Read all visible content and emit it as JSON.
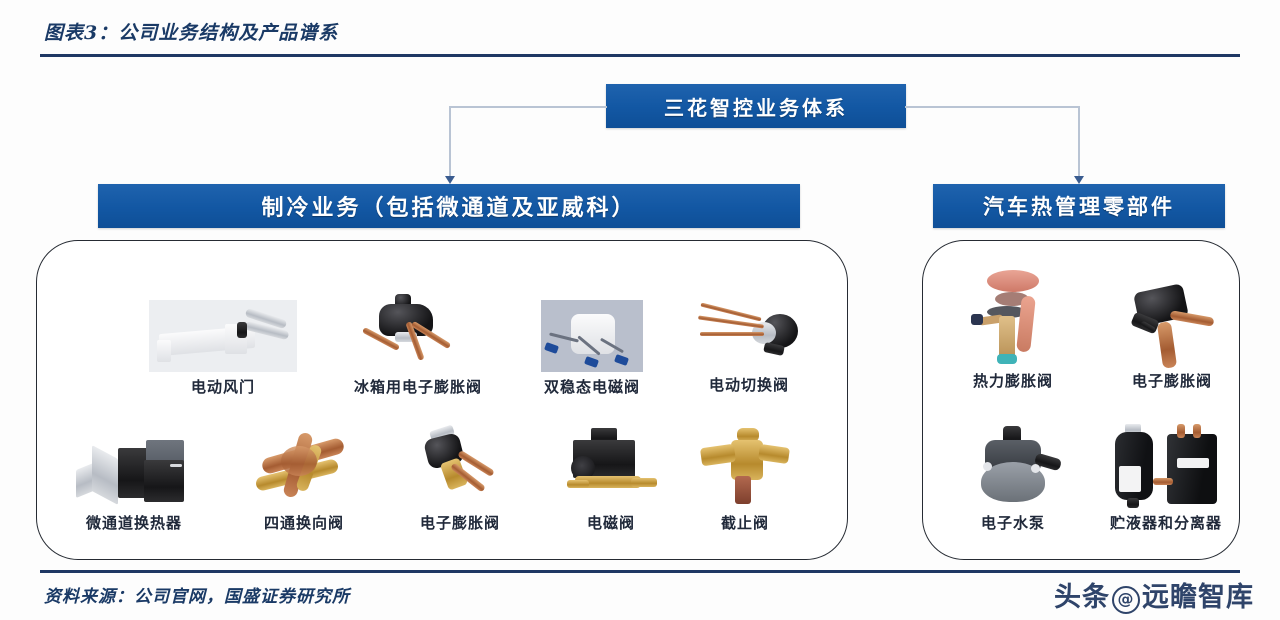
{
  "figure": {
    "title": "图表3：公司业务结构及产品谱系",
    "source": "资料来源：公司官网，国盛证券研究所",
    "watermark_left": "头条",
    "watermark_at": "@",
    "watermark_right": "远瞻智库",
    "accent_color": "#1f3864",
    "box_color": "#1257a3",
    "panel_border_color": "#262b33",
    "connector_color": "#b9c4d4"
  },
  "diagram": {
    "root": {
      "label": "三花智控业务体系"
    },
    "branches": [
      {
        "id": "refrigeration",
        "label": "制冷业务（包括微通道及亚威科）",
        "rows": [
          {
            "items": [
              {
                "caption": "电动风门",
                "art": "air-damper"
              },
              {
                "caption": "冰箱用电子膨胀阀",
                "art": "fridge-eev"
              },
              {
                "caption": "双稳态电磁阀",
                "art": "bistable-solenoid"
              },
              {
                "caption": "电动切换阀",
                "art": "electric-switch-valve"
              }
            ]
          },
          {
            "items": [
              {
                "caption": "微通道换热器",
                "art": "microchannel-exchanger"
              },
              {
                "caption": "四通换向阀",
                "art": "four-way-valve"
              },
              {
                "caption": "电子膨胀阀",
                "art": "eev"
              },
              {
                "caption": "电磁阀",
                "art": "solenoid-valve"
              },
              {
                "caption": "截止阀",
                "art": "stop-valve"
              }
            ]
          }
        ]
      },
      {
        "id": "auto-thermal",
        "label": "汽车热管理零部件",
        "rows": [
          {
            "items": [
              {
                "caption": "热力膨胀阀",
                "art": "thermal-expansion-valve"
              },
              {
                "caption": "电子膨胀阀",
                "art": "auto-eev"
              }
            ]
          },
          {
            "items": [
              {
                "caption": "电子水泵",
                "art": "electric-water-pump"
              },
              {
                "caption": "贮液器和分离器",
                "art": "receiver-separator"
              }
            ]
          }
        ]
      }
    ]
  }
}
